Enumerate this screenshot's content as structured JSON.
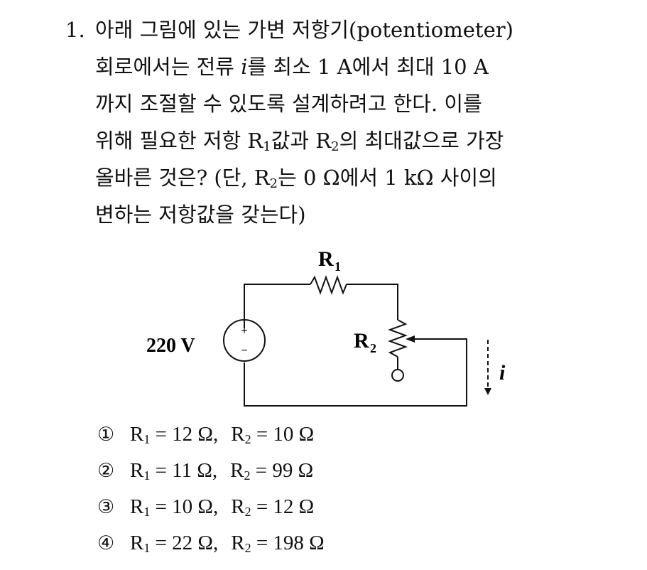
{
  "question": {
    "number": "1.",
    "line1": "아래 그림에 있는 가변 저항기(potentiometer)",
    "line2_a": "회로에서는 전류 ",
    "current_symbol": "i",
    "line2_b": "를 최소 1 A에서 최대 10 A",
    "line3": "까지 조절할 수 있도록 설계하려고 한다. 이를",
    "line4_a": "위해 필요한 저항 R",
    "line4_sub1": "1",
    "line4_b": "값과 R",
    "line4_sub2": "2",
    "line4_c": "의 최대값으로 가장",
    "line5_a": "올바른 것은? (단, R",
    "line5_sub": "2",
    "line5_b": "는 0 Ω에서 1 kΩ 사이의",
    "line6": "변하는 저항값을 갖는다)"
  },
  "circuit": {
    "r1_label": "R",
    "r1_sub": "1",
    "r2_label": "R",
    "r2_sub": "2",
    "voltage_label": "220 V",
    "plus": "+",
    "minus": "−",
    "current_label": "i"
  },
  "choices": [
    {
      "marker": "①",
      "r1_sym": "R",
      "r1_sub": "1",
      "r1_val": " = 12 Ω,",
      "r2_sym": "R",
      "r2_sub": "2",
      "r2_val": " = 10 Ω"
    },
    {
      "marker": "②",
      "r1_sym": "R",
      "r1_sub": "1",
      "r1_val": " = 11 Ω,",
      "r2_sym": "R",
      "r2_sub": "2",
      "r2_val": " = 99 Ω"
    },
    {
      "marker": "③",
      "r1_sym": "R",
      "r1_sub": "1",
      "r1_val": " = 10 Ω,",
      "r2_sym": "R",
      "r2_sub": "2",
      "r2_val": " = 12 Ω"
    },
    {
      "marker": "④",
      "r1_sym": "R",
      "r1_sub": "1",
      "r1_val": " = 22 Ω,",
      "r2_sym": "R",
      "r2_sub": "2",
      "r2_val": " = 198 Ω"
    }
  ]
}
